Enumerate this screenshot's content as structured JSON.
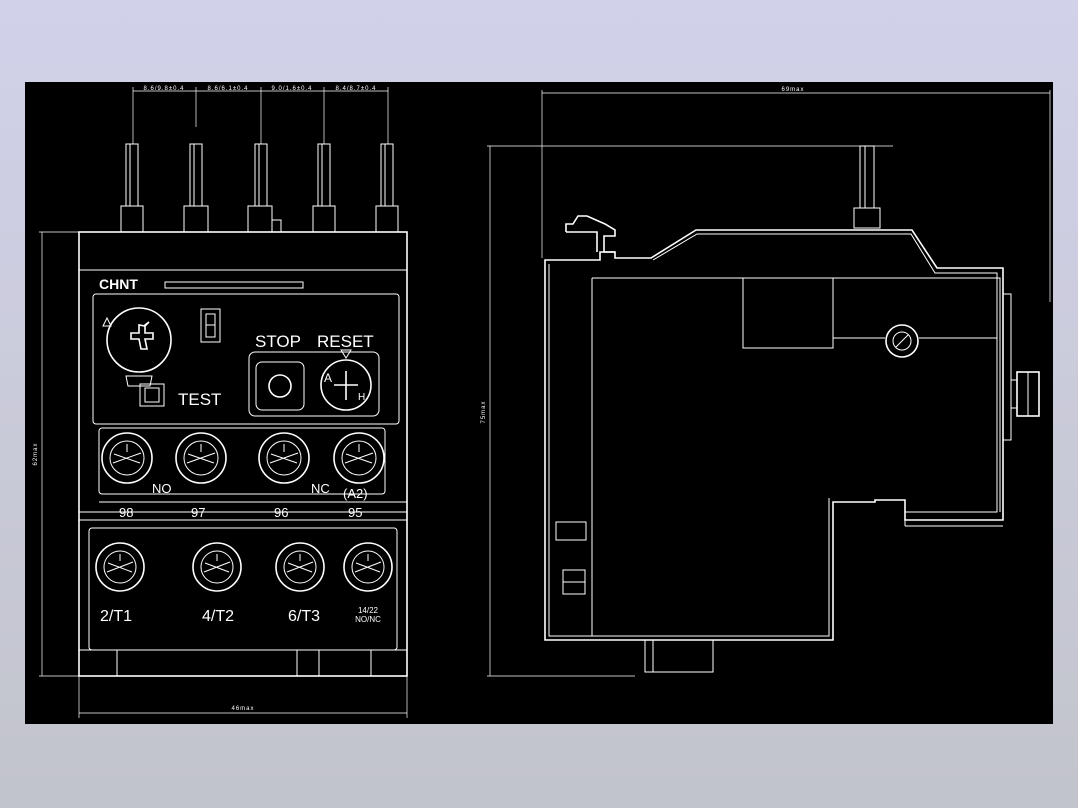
{
  "colors": {
    "background_top": "#d1d1ea",
    "background_bottom": "#c2c4cc",
    "viewport": "#000000",
    "linework": "#ffffff"
  },
  "brand": "CHNT",
  "labels": {
    "stop": "STOP",
    "reset": "RESET",
    "test": "TEST",
    "no": "NO",
    "nc": "NC",
    "a2": "(A2)",
    "a_mark": "A",
    "h_mark": "H"
  },
  "aux_terminals": [
    "98",
    "97",
    "96",
    "95"
  ],
  "main_terminals": [
    "2/T1",
    "4/T2",
    "6/T3"
  ],
  "extra_terminal": {
    "line1": "14/22",
    "line2": "NO/NC"
  },
  "dimensions": {
    "pitch_1": "8.6/9.8±0.4",
    "pitch_2": "8.6/6.1±0.4",
    "pitch_3": "9.0/1.6±0.4",
    "pitch_4": "8.4/8.7±0.4",
    "height_front": "62max",
    "width_front": "46max",
    "depth_side": "69max",
    "height_side": "75max"
  }
}
